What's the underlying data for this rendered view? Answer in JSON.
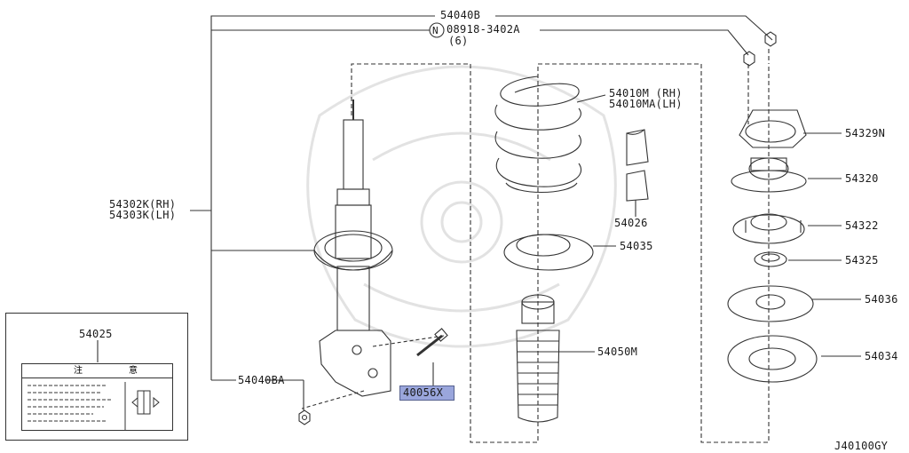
{
  "labels": {
    "p54040B": "54040B",
    "p08918": "08918-3402A",
    "qty6": "(6)",
    "p54010M": "54010M (RH)",
    "p54010MA": "54010MA(LH)",
    "p54329N": "54329N",
    "p54320": "54320",
    "p54322": "54322",
    "p54325": "54325",
    "p54036": "54036",
    "p54034": "54034",
    "p54302K": "54302K(RH)",
    "p54303K": "54303K(LH)",
    "p54026": "54026",
    "p54035": "54035",
    "p54050M": "54050M",
    "p54040BA": "54040BA",
    "p40056X": "40056X",
    "p54025": "54025",
    "diagram_code": "J40100GY"
  },
  "nut_symbol": "N",
  "notice": {
    "word1": "注",
    "word2": "意"
  },
  "colors": {
    "line": "#333333",
    "highlight": "#9aa6dc",
    "watermark": "#d9d9d9"
  }
}
